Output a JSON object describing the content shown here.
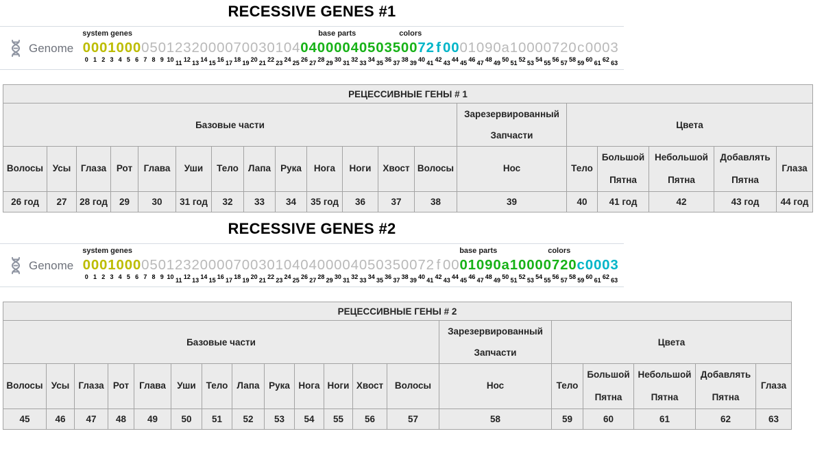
{
  "colors": {
    "system_genes": "#bcbc00",
    "neutral": "#b9b9b9",
    "base_parts": "#17b217",
    "colors": "#00b5c8",
    "panel_border": "#d6dce3",
    "table_border": "#a3a3a3",
    "table_bg": "#ebebeb",
    "genome_label_text": "#6e727b",
    "dna_icon": "#8d93a0"
  },
  "sections": [
    {
      "title": "RECESSIVE GENES #1",
      "genome": {
        "label": "Genome",
        "annotations": [
          {
            "text": "system genes",
            "at_index": 0
          },
          {
            "text": "base parts",
            "at_index": 26
          },
          {
            "text": "colors",
            "at_index": 40
          }
        ],
        "segments": [
          {
            "text": "0001000",
            "role": "system_genes",
            "bold": true
          },
          {
            "text": "0501232000070030104",
            "role": "neutral",
            "bold": false
          },
          {
            "text": "04000040503500",
            "role": "base_parts",
            "bold": true
          },
          {
            "text": "72f00",
            "role": "colors",
            "bold": true
          },
          {
            "text": "01090a10000720c0003",
            "role": "neutral",
            "bold": false
          }
        ],
        "index_start": 0,
        "index_end": 63
      },
      "table": {
        "title": "РЕЦЕССИВНЫЕ ГЕНЫ # 1",
        "groups": [
          {
            "label": "Базовые части",
            "span": 13
          },
          {
            "label": "Зарезервированный Запчасти",
            "span": 1
          },
          {
            "label": "Цвета",
            "span": 5
          }
        ],
        "columns": [
          "Волосы",
          "Усы",
          "Глаза",
          "Рот",
          "Глава",
          "Уши",
          "Тело",
          "Лапа",
          "Рука",
          "Нога",
          "Ноги",
          "Хвост",
          "Волосы",
          "Нос",
          "Тело",
          "Большой Пятна",
          "Небольшой Пятна",
          "Добавлять Пятна",
          "Глаза"
        ],
        "values": [
          "26 год",
          "27",
          "28 год",
          "29",
          "30",
          "31 год",
          "32",
          "33",
          "34",
          "35 год",
          "36",
          "37",
          "38",
          "39",
          "40",
          "41 год",
          "42",
          "43 год",
          "44 год"
        ]
      }
    },
    {
      "title": "RECESSIVE GENES #2",
      "genome": {
        "label": "Genome",
        "annotations": [
          {
            "text": "system genes",
            "at_index": 0
          },
          {
            "text": "base parts",
            "at_index": 45
          },
          {
            "text": "colors",
            "at_index": 59
          }
        ],
        "segments": [
          {
            "text": "0001000",
            "role": "system_genes",
            "bold": true
          },
          {
            "text": "05012320000700301040400004050350072f00",
            "role": "neutral",
            "bold": false
          },
          {
            "text": "01090a10000720",
            "role": "base_parts",
            "bold": true
          },
          {
            "text": "c0003",
            "role": "colors",
            "bold": true
          }
        ],
        "index_start": 0,
        "index_end": 63
      },
      "table": {
        "title": "РЕЦЕССИВНЫЕ ГЕНЫ # 2",
        "groups": [
          {
            "label": "Базовые части",
            "span": 13
          },
          {
            "label": "Зарезервированный Запчасти",
            "span": 1
          },
          {
            "label": "Цвета",
            "span": 5
          }
        ],
        "columns": [
          "Волосы",
          "Усы",
          "Глаза",
          "Рот",
          "Глава",
          "Уши",
          "Тело",
          "Лапа",
          "Рука",
          "Нога",
          "Ноги",
          "Хвост",
          "Волосы",
          "Нос",
          "Тело",
          "Большой Пятна",
          "Небольшой Пятна",
          "Добавлять Пятна",
          "Глаза"
        ],
        "values": [
          "45",
          "46",
          "47",
          "48",
          "49",
          "50",
          "51",
          "52",
          "53",
          "54",
          "55",
          "56",
          "57",
          "58",
          "59",
          "60",
          "61",
          "62",
          "63"
        ]
      }
    }
  ]
}
